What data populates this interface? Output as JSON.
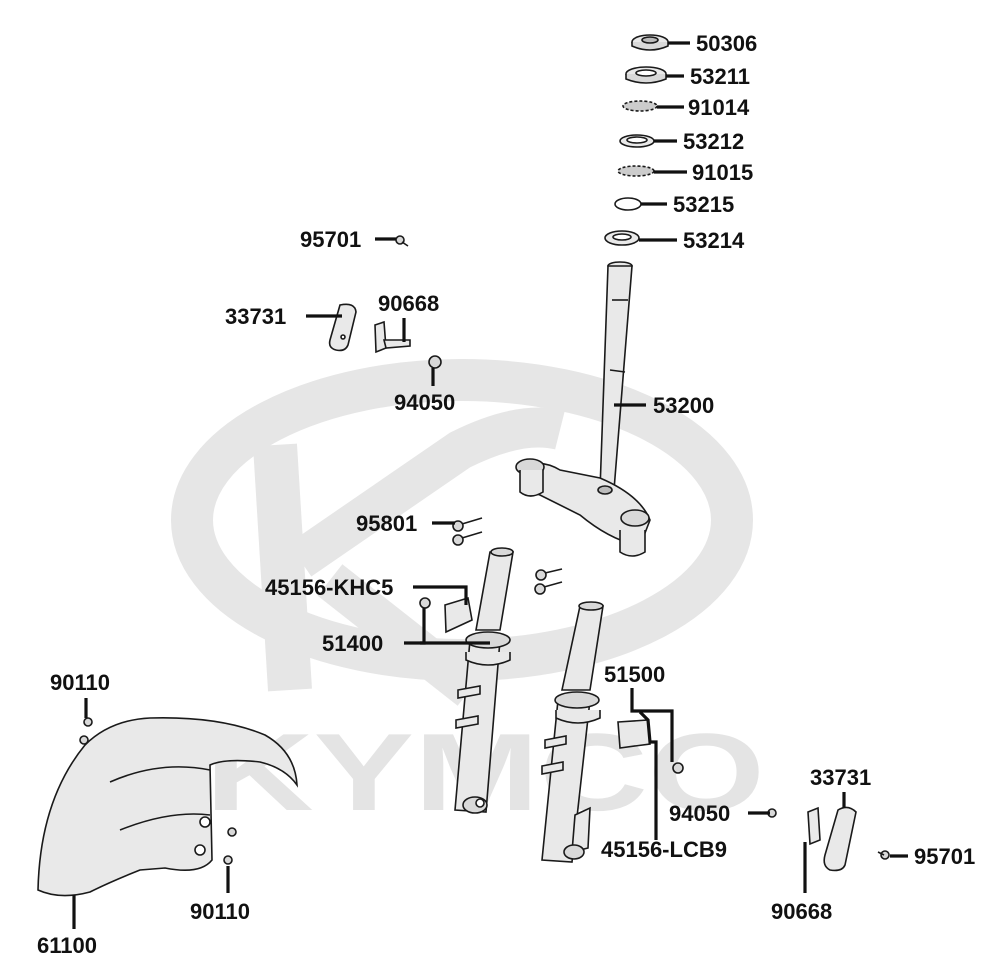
{
  "watermark": {
    "brand": "KYMCO"
  },
  "labels": {
    "p50306": "50306",
    "p53211": "53211",
    "p91014": "91014",
    "p53212": "53212",
    "p91015": "91015",
    "p53215": "53215",
    "p53214": "53214",
    "p95701_top": "95701",
    "p33731_left": "33731",
    "p90668_left": "90668",
    "p94050_left": "94050",
    "p53200": "53200",
    "p95801": "95801",
    "p45156_khc5": "45156-KHC5",
    "p51400": "51400",
    "p90110_top": "90110",
    "p51500": "51500",
    "p33731_right": "33731",
    "p94050_right": "94050",
    "p45156_lcb9": "45156-LCB9",
    "p95701_right": "95701",
    "p90110_bottom": "90110",
    "p90668_right": "90668",
    "p61100": "61100"
  }
}
